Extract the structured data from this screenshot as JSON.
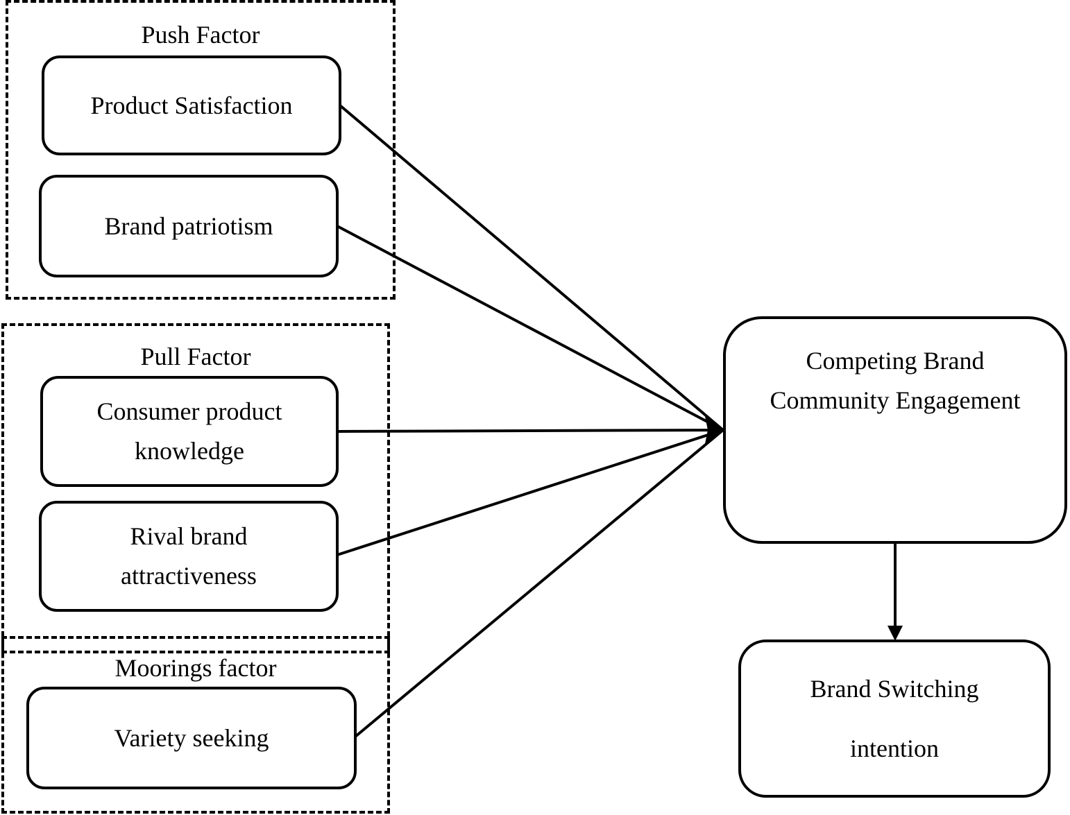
{
  "groups": {
    "push": {
      "title": "Push Factor"
    },
    "pull": {
      "title": "Pull Factor"
    },
    "moorings": {
      "title": "Moorings factor"
    }
  },
  "nodes": {
    "product_satisfaction": {
      "lines": [
        "Product Satisfaction"
      ]
    },
    "brand_patriotism": {
      "lines": [
        "Brand patriotism"
      ]
    },
    "consumer_product_knowledge": {
      "lines": [
        "Consumer product",
        "knowledge"
      ]
    },
    "rival_brand_attractiveness": {
      "lines": [
        "Rival brand",
        "attractiveness"
      ]
    },
    "variety_seeking": {
      "lines": [
        "Variety seeking"
      ]
    },
    "competing_brand_engagement": {
      "lines": [
        "Competing Brand",
        "Community Engagement"
      ]
    },
    "brand_switching_intention": {
      "lines": [
        "Brand Switching",
        "intention"
      ]
    }
  },
  "edges": [
    {
      "from": "product_satisfaction",
      "to": "competing_brand_engagement"
    },
    {
      "from": "brand_patriotism",
      "to": "competing_brand_engagement"
    },
    {
      "from": "consumer_product_knowledge",
      "to": "competing_brand_engagement"
    },
    {
      "from": "rival_brand_attractiveness",
      "to": "competing_brand_engagement"
    },
    {
      "from": "variety_seeking",
      "to": "competing_brand_engagement"
    },
    {
      "from": "competing_brand_engagement",
      "to": "brand_switching_intention"
    }
  ]
}
